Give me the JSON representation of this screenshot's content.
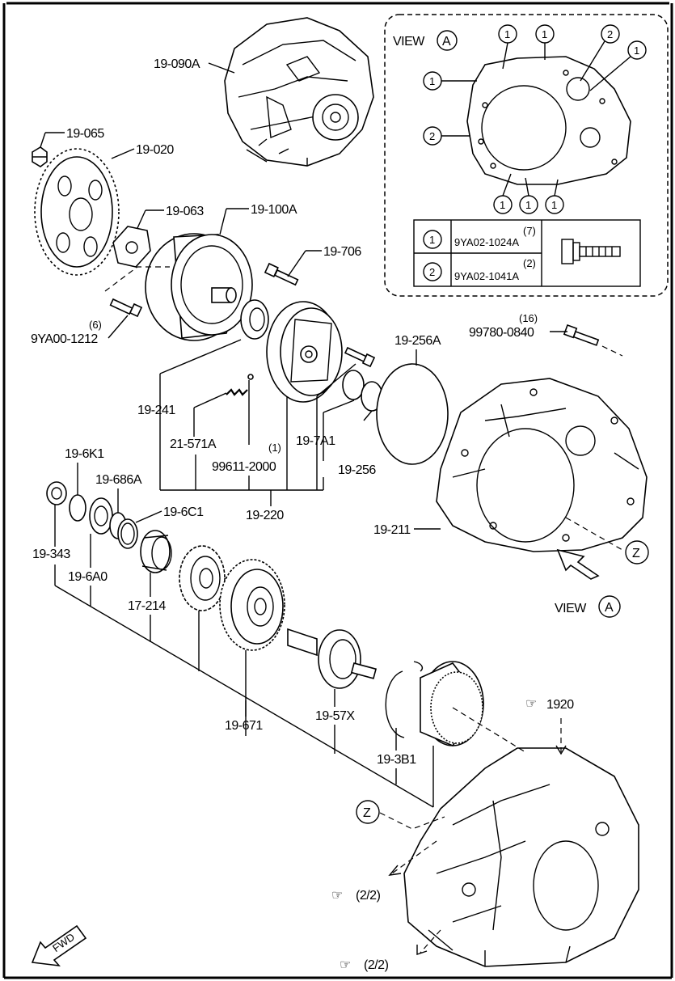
{
  "parts": {
    "p_19_090A": "19-090A",
    "p_19_065": "19-065",
    "p_19_020": "19-020",
    "p_19_063": "19-063",
    "p_19_100A": "19-100A",
    "p_19_706": "19-706",
    "p_9YA00_1212": "9YA00-1212",
    "p_9YA00_qty": "(6)",
    "p_99780_0840": "99780-0840",
    "p_99780_qty": "(16)",
    "p_19_256A": "19-256A",
    "p_19_241": "19-241",
    "p_21_571A": "21-571A",
    "p_99611_2000": "99611-2000",
    "p_99611_qty": "(1)",
    "p_19_7A1": "19-7A1",
    "p_19_256": "19-256",
    "p_19_220": "19-220",
    "p_19_211": "19-211",
    "p_19_6K1": "19-6K1",
    "p_19_686A": "19-686A",
    "p_19_6C1": "19-6C1",
    "p_19_343": "19-343",
    "p_19_6A0": "19-6A0",
    "p_17_214": "17-214",
    "p_19_671": "19-671",
    "p_19_57X": "19-57X",
    "p_19_3B1": "19-3B1"
  },
  "view": {
    "header_word": "VIEW",
    "header_letter": "A",
    "bottom_word": "VIEW",
    "bottom_letter": "A",
    "callout_1": "1",
    "callout_2": "2"
  },
  "bolt_table": {
    "rows": [
      {
        "callout": "1",
        "part": "9YA02-1024A",
        "qty": "(7)"
      },
      {
        "callout": "2",
        "part": "9YA02-1041A",
        "qty": "(2)"
      }
    ]
  },
  "refs": {
    "ref_1920": "1920",
    "ref_page_a": "(2/2)",
    "ref_page_b": "(2/2)",
    "z_top": "Z",
    "z_bottom": "Z",
    "fwd": "FWD"
  }
}
